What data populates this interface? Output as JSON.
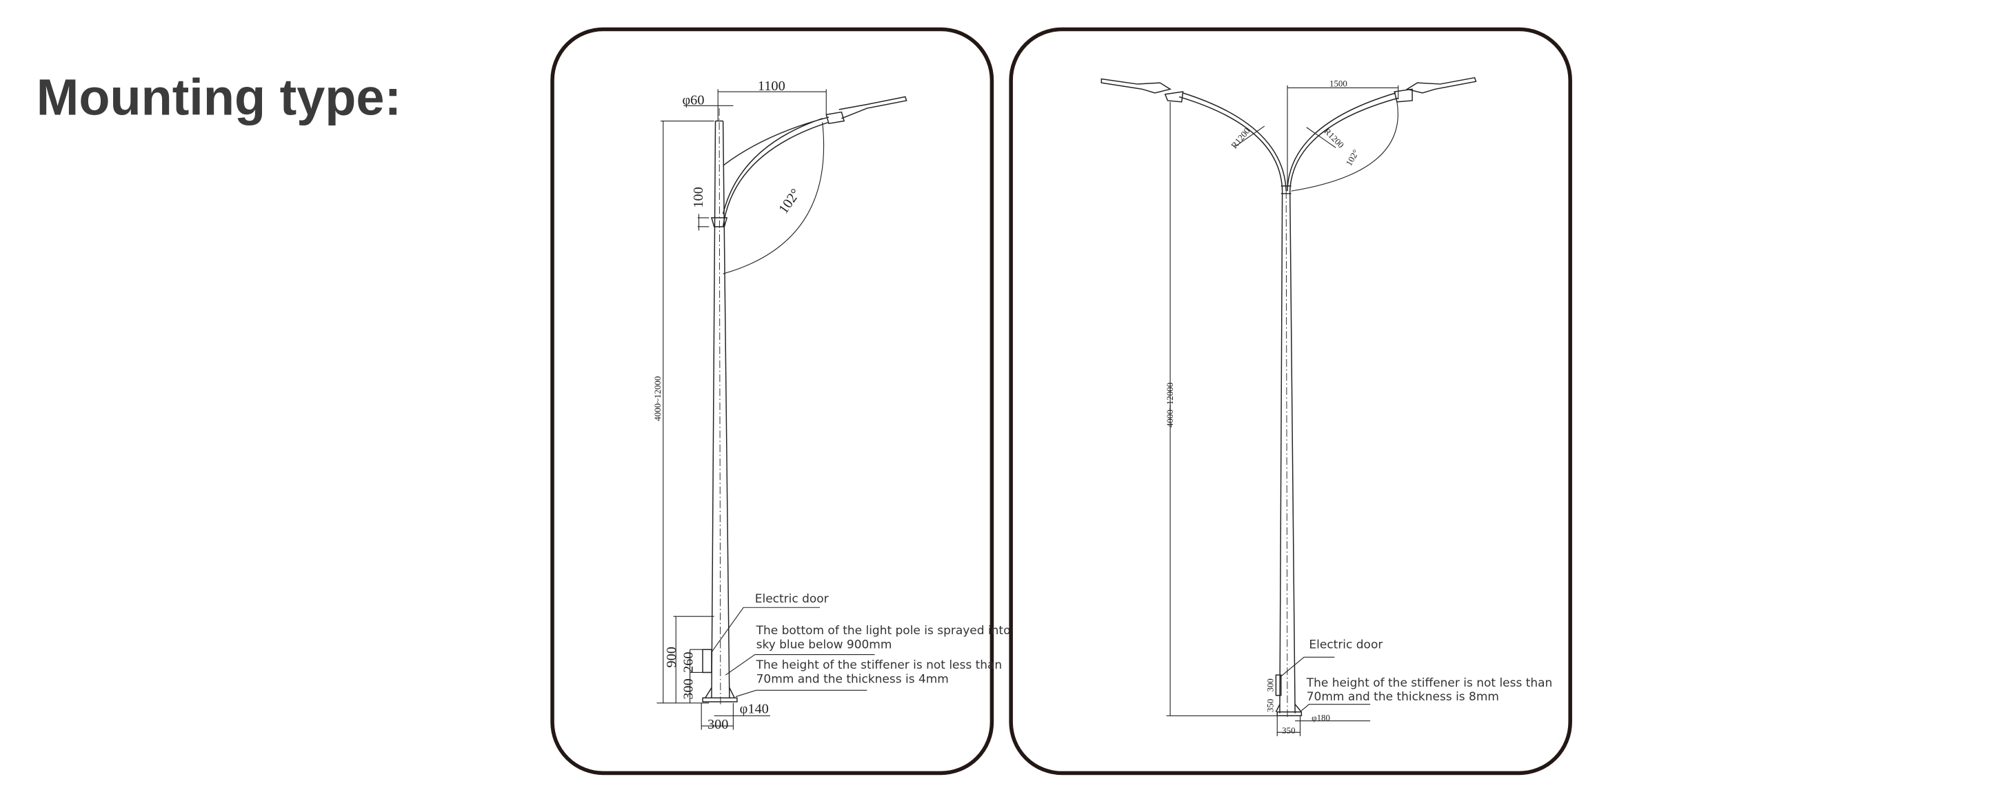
{
  "title": "Mounting type:",
  "single_arm": {
    "arm_length": "1100",
    "top_diameter": "φ60",
    "sleeve_height": "100",
    "arm_angle": "102°",
    "pole_height": "4000~12000",
    "blue_height": "900",
    "door_height": "260",
    "door_offset": "300",
    "base_diameter": "φ140",
    "flange_width": "300",
    "notes": {
      "electric_door": "Electric door",
      "paint_line1": "The bottom of the light pole is sprayed into",
      "paint_line2": "sky blue below 900mm",
      "stiffener_line1": "The height of the stiffener is not less than",
      "stiffener_line2": "70mm and the thickness is 4mm"
    }
  },
  "double_arm": {
    "arm_length": "1500",
    "radius_left": "R1200",
    "radius_right": "R1200",
    "arm_angle": "102°",
    "pole_height": "4000~12000",
    "door_height": "300",
    "door_offset": "350",
    "base_diameter": "φ180",
    "flange_width": "350",
    "notes": {
      "electric_door": "Electric door",
      "stiffener_line1": "The height of the stiffener is not less than",
      "stiffener_line2": "70mm and the thickness is 8mm"
    }
  }
}
